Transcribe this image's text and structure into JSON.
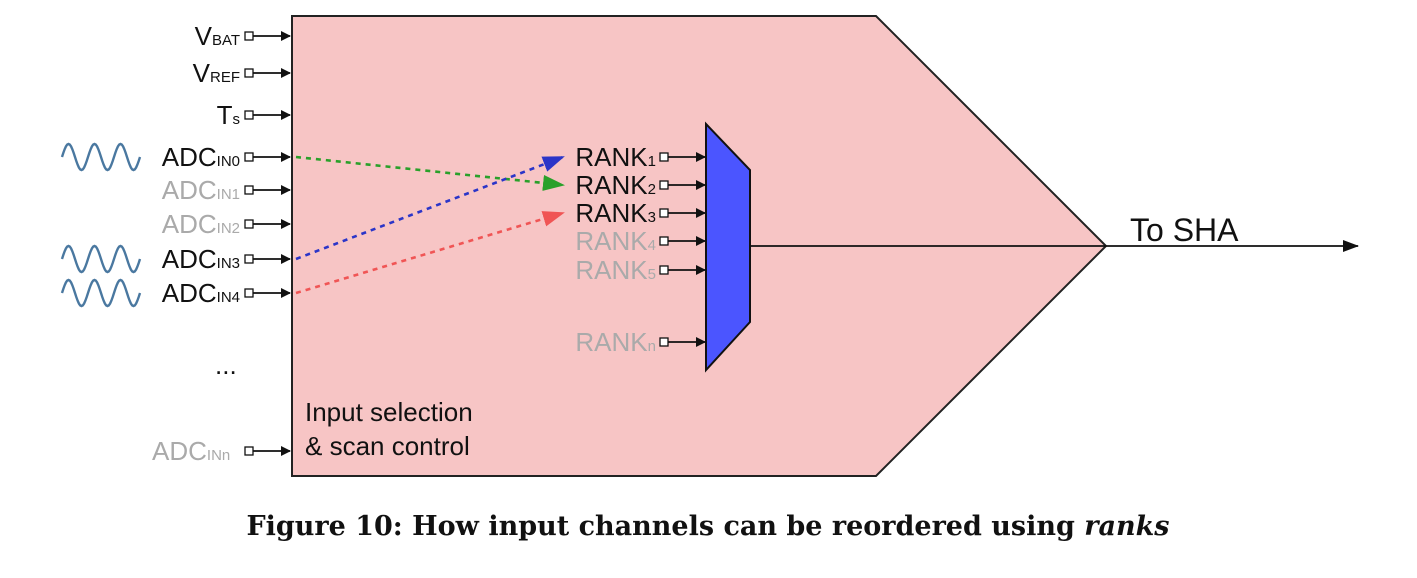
{
  "diagram": {
    "inputs": [
      {
        "main": "V",
        "sub": "BAT",
        "active": true,
        "wave": false
      },
      {
        "main": "V",
        "sub": "REF",
        "active": true,
        "wave": false
      },
      {
        "main": "T",
        "sub": "s",
        "active": true,
        "wave": false
      },
      {
        "main": "ADC",
        "sub": "IN0",
        "active": true,
        "wave": true
      },
      {
        "main": "ADC",
        "sub": "IN1",
        "active": false,
        "wave": false
      },
      {
        "main": "ADC",
        "sub": "IN2",
        "active": false,
        "wave": false
      },
      {
        "main": "ADC",
        "sub": "IN3",
        "active": true,
        "wave": true
      },
      {
        "main": "ADC",
        "sub": "IN4",
        "active": true,
        "wave": true
      }
    ],
    "ellipsis": "...",
    "last_input": {
      "main": "ADC",
      "sub": "INn",
      "active": false
    },
    "ranks": [
      {
        "main": "RANK",
        "sub": "1",
        "active": true
      },
      {
        "main": "RANK",
        "sub": "2",
        "active": true
      },
      {
        "main": "RANK",
        "sub": "3",
        "active": true
      },
      {
        "main": "RANK",
        "sub": "4",
        "active": false
      },
      {
        "main": "RANK",
        "sub": "5",
        "active": false
      },
      {
        "main": "RANK",
        "sub": "n",
        "active": false
      }
    ],
    "connections": [
      {
        "from": "IN0",
        "to": "RANK2",
        "color": "#2aa02a"
      },
      {
        "from": "IN3",
        "to": "RANK1",
        "color": "#2b35c8"
      },
      {
        "from": "IN4",
        "to": "RANK3",
        "color": "#f05555"
      }
    ],
    "block_label_line1": "Input selection",
    "block_label_line2": "& scan control",
    "output_label": "To SHA",
    "colors": {
      "block_fill": "#f7c5c5",
      "mux_fill": "#4b55ff",
      "wave": "#4a78a0",
      "active_text": "#111111",
      "inactive_text": "#aaaaaa"
    }
  },
  "caption": {
    "prefix": "Figure 10: How input channels can be reordered using ",
    "emphasis": "ranks"
  }
}
